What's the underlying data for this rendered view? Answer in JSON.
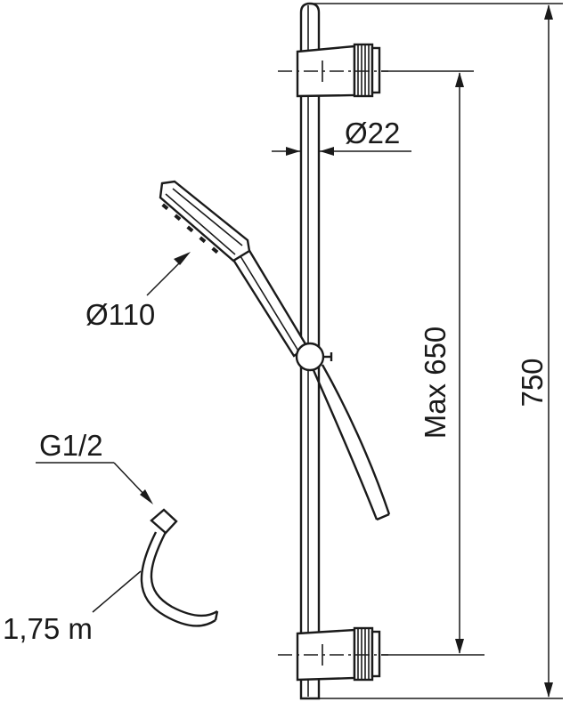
{
  "labels": {
    "bar_diameter": "Ø22",
    "head_diameter": "Ø110",
    "connection_thread": "G1/2",
    "hose_length": "1,75 m",
    "adjustable_height": "Max 650",
    "total_height": "750"
  }
}
